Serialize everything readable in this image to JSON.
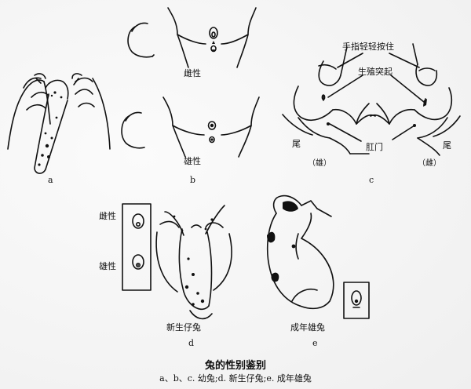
{
  "caption": {
    "title": "兔的性别鉴别",
    "description": "a、b、c. 幼兔;d. 新生仔兔;e. 成年雄兔"
  },
  "panels": {
    "a": {
      "letter": "a"
    },
    "b": {
      "letter": "b",
      "female_label": "雌性",
      "male_label": "雄性"
    },
    "c": {
      "letter": "c",
      "annotation_fingers": "手指轻轻按住",
      "annotation_genital": "生殖突起",
      "annotation_anus": "肛门",
      "tail_left": "尾",
      "tail_right": "尾",
      "sex_left": "（雄）",
      "sex_right": "（雌）"
    },
    "d": {
      "letter": "d",
      "female_label": "雌性",
      "male_label": "雄性",
      "subject": "新生仔兔"
    },
    "e": {
      "letter": "e",
      "subject": "成年雄兔"
    }
  }
}
